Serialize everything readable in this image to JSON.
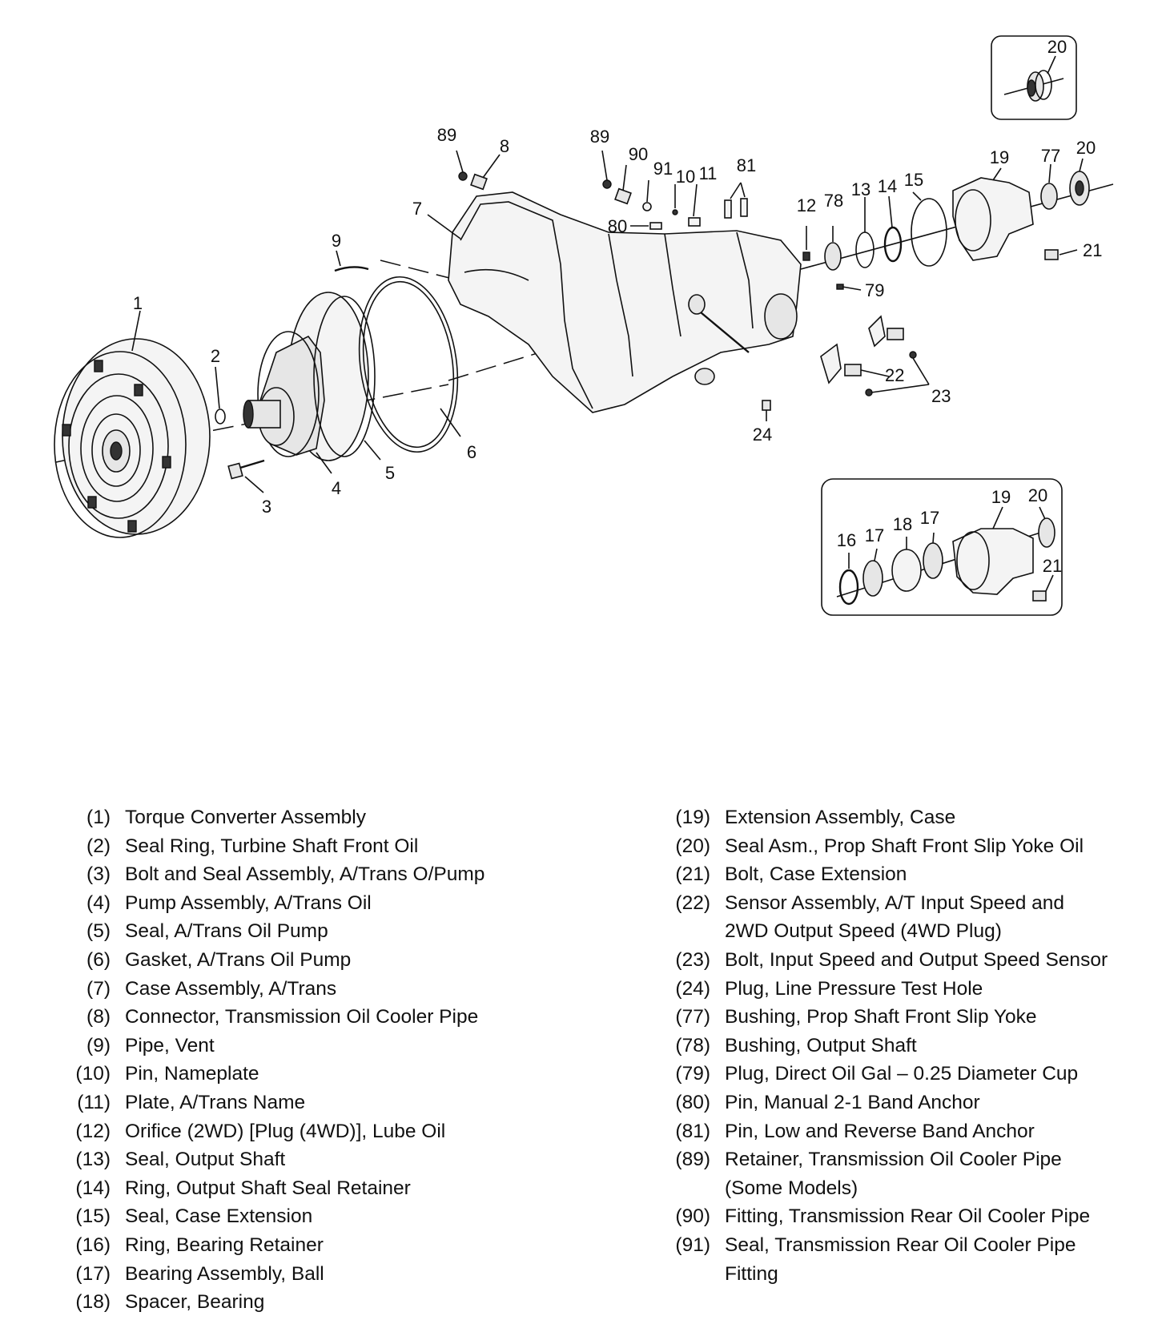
{
  "callouts": {
    "c1": "1",
    "c2": "2",
    "c3": "3",
    "c4": "4",
    "c5": "5",
    "c6": "6",
    "c7": "7",
    "c8": "8",
    "c9": "9",
    "c10": "10",
    "c11": "11",
    "c12": "12",
    "c13": "13",
    "c14": "14",
    "c15": "15",
    "c19": "19",
    "c20": "20",
    "c21": "21",
    "c22": "22",
    "c23": "23",
    "c24": "24",
    "c77": "77",
    "c78": "78",
    "c79": "79",
    "c80": "80",
    "c81": "81",
    "c89a": "89",
    "c89b": "89",
    "c90": "90",
    "c91": "91",
    "inset_top_20": "20",
    "inset_b_16": "16",
    "inset_b_17a": "17",
    "inset_b_18": "18",
    "inset_b_17b": "17",
    "inset_b_19": "19",
    "inset_b_20": "20",
    "inset_b_21": "21"
  },
  "legend_left": [
    {
      "num": "(1)",
      "label": "Torque Converter Assembly"
    },
    {
      "num": "(2)",
      "label": "Seal Ring, Turbine Shaft Front Oil"
    },
    {
      "num": "(3)",
      "label": "Bolt and Seal Assembly, A/Trans O/Pump"
    },
    {
      "num": "(4)",
      "label": "Pump Assembly, A/Trans Oil"
    },
    {
      "num": "(5)",
      "label": "Seal, A/Trans Oil Pump"
    },
    {
      "num": "(6)",
      "label": "Gasket, A/Trans Oil Pump"
    },
    {
      "num": "(7)",
      "label": "Case Assembly, A/Trans"
    },
    {
      "num": "(8)",
      "label": "Connector, Transmission Oil Cooler Pipe"
    },
    {
      "num": "(9)",
      "label": "Pipe, Vent"
    },
    {
      "num": "(10)",
      "label": "Pin, Nameplate"
    },
    {
      "num": "(11)",
      "label": "Plate, A/Trans Name"
    },
    {
      "num": "(12)",
      "label": "Orifice (2WD) [Plug (4WD)], Lube Oil"
    },
    {
      "num": "(13)",
      "label": "Seal, Output Shaft"
    },
    {
      "num": "(14)",
      "label": "Ring, Output Shaft Seal Retainer"
    },
    {
      "num": "(15)",
      "label": "Seal, Case Extension"
    },
    {
      "num": "(16)",
      "label": "Ring, Bearing Retainer"
    },
    {
      "num": "(17)",
      "label": "Bearing Assembly, Ball"
    },
    {
      "num": "(18)",
      "label": "Spacer, Bearing"
    }
  ],
  "legend_right": [
    {
      "num": "(19)",
      "label": "Extension Assembly, Case"
    },
    {
      "num": "(20)",
      "label": "Seal Asm., Prop Shaft Front Slip Yoke Oil"
    },
    {
      "num": "(21)",
      "label": "Bolt, Case Extension"
    },
    {
      "num": "(22)",
      "label": "Sensor Assembly, A/T Input Speed and\n2WD Output Speed (4WD Plug)"
    },
    {
      "num": "(23)",
      "label": "Bolt, Input Speed and Output Speed Sensor"
    },
    {
      "num": "(24)",
      "label": "Plug, Line Pressure Test Hole"
    },
    {
      "num": "(77)",
      "label": "Bushing, Prop Shaft Front Slip Yoke"
    },
    {
      "num": "(78)",
      "label": "Bushing, Output Shaft"
    },
    {
      "num": "(79)",
      "label": "Plug, Direct Oil Gal – 0.25 Diameter Cup"
    },
    {
      "num": "(80)",
      "label": "Pin, Manual 2-1 Band Anchor"
    },
    {
      "num": "(81)",
      "label": "Pin, Low and Reverse Band Anchor"
    },
    {
      "num": "(89)",
      "label": "Retainer, Transmission Oil Cooler Pipe\n(Some Models)"
    },
    {
      "num": "(90)",
      "label": "Fitting, Transmission Rear Oil Cooler Pipe"
    },
    {
      "num": "(91)",
      "label": "Seal, Transmission Rear Oil Cooler Pipe\nFitting"
    }
  ]
}
